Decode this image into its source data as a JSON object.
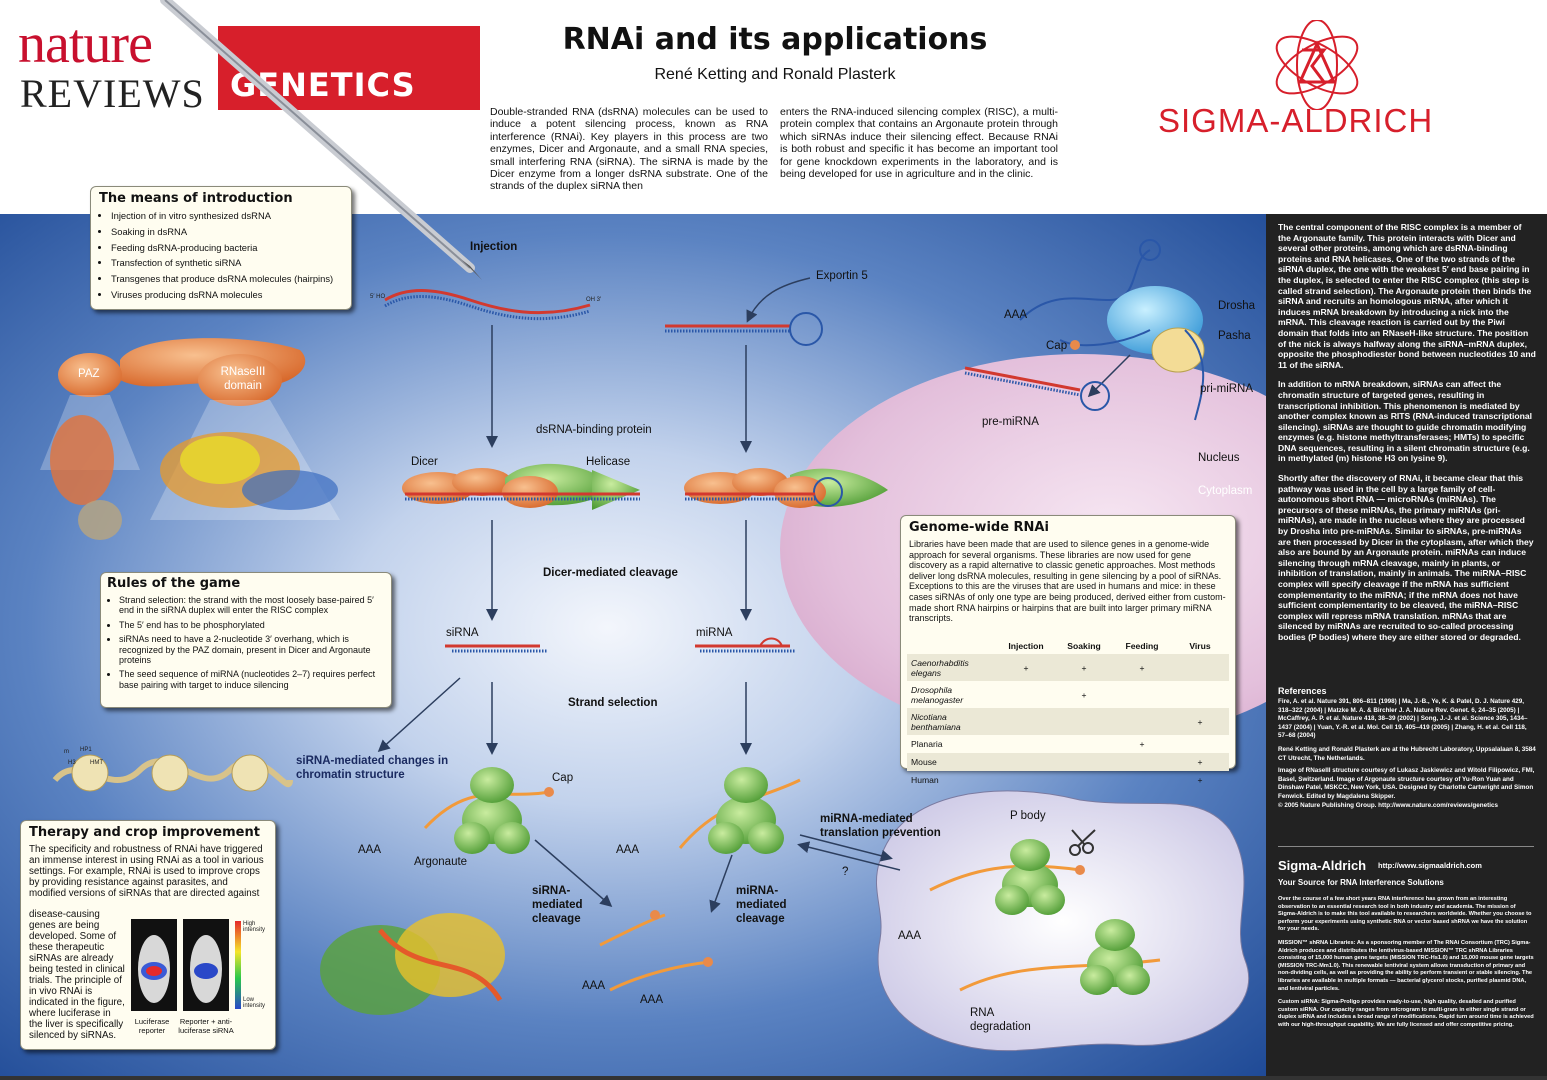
{
  "header": {
    "logo_nature": "nature",
    "logo_reviews": "REVIEWS",
    "logo_genetics": "GENETICS",
    "title": "RNAi and its applications",
    "authors": "René Ketting and Ronald Plasterk",
    "intro_col1": "Double-stranded RNA (dsRNA) molecules can be used to induce a potent silencing process, known as RNA interference (RNAi). Key players in this process are two enzymes, Dicer and Argonaute, and a small RNA species, small interfering RNA (siRNA). The siRNA is made by the Dicer enzyme from a longer dsRNA substrate. One of the strands of the duplex siRNA then",
    "intro_col2": "enters the RNA-induced silencing complex (RISC), a multi-protein complex that contains an Argonaute protein through which siRNAs induce their silencing effect. Because RNAi is both robust and specific it has become an important tool for gene knockdown experiments in the laboratory, and is being developed for use in agriculture and in the clinic.",
    "sponsor": "SIGMA-ALDRICH"
  },
  "means": {
    "title": "The means of introduction",
    "items": [
      "Injection of in vitro synthesized dsRNA",
      "Soaking in dsRNA",
      "Feeding dsRNA-producing bacteria",
      "Transfection of synthetic siRNA",
      "Transgenes that produce dsRNA molecules (hairpins)",
      "Viruses producing dsRNA molecules"
    ]
  },
  "rules": {
    "title": "Rules of the game",
    "items": [
      "Strand selection: the strand with the most loosely base-paired 5′ end in the siRNA duplex will enter the RISC complex",
      "The 5′ end has to be phosphorylated",
      "siRNAs need to have a 2-nucleotide 3′ overhang, which is recognized by the PAZ domain, present in Dicer and Argonaute proteins",
      "The seed sequence of miRNA (nucleotides 2–7) requires perfect base pairing with target to induce silencing"
    ]
  },
  "therapy": {
    "title": "Therapy and crop improvement",
    "text1": "The specificity and robustness of RNAi have triggered an immense interest in using RNAi as a tool in various settings. For example, RNAi is used to improve crops by providing resistance against parasites, and modified versions of siRNAs that are directed against",
    "text2": "disease-causing genes are being developed. Some of these therapeutic siRNAs are already being tested in clinical trials. The principle of in vivo RNAi is indicated in the figure, where luciferase in the liver is specifically silenced by siRNAs.",
    "high": "High intensity",
    "low": "Low intensity",
    "mouse1": "Luciferase reporter",
    "mouse2": "Reporter + anti-luciferase siRNA"
  },
  "genome": {
    "title": "Genome-wide RNAi",
    "text": "Libraries have been made that are used to silence genes in a genome-wide approach for several organisms. These libraries are now used for gene discovery as a rapid alternative to classic genetic approaches. Most methods deliver long dsRNA molecules, resulting in gene silencing by a pool of siRNAs. Exceptions to this are the viruses that are used in humans and mice: in these cases siRNAs of only one type are being produced, derived either from custom-made short RNA hairpins or hairpins that are built into larger primary miRNA transcripts.",
    "columns": [
      "Injection",
      "Soaking",
      "Feeding",
      "Virus"
    ],
    "rows": [
      {
        "organism": "Caenorhabditis elegans",
        "cells": [
          "+",
          "+",
          "+",
          ""
        ]
      },
      {
        "organism": "Drosophila melanogaster",
        "cells": [
          "",
          "+",
          "",
          ""
        ]
      },
      {
        "organism": "Nicotiana benthamiana",
        "cells": [
          "",
          "",
          "",
          "+"
        ]
      },
      {
        "organism": "Planaria",
        "cells": [
          "",
          "",
          "+",
          ""
        ]
      },
      {
        "organism": "Mouse",
        "cells": [
          "",
          "",
          "",
          "+"
        ]
      },
      {
        "organism": "Human",
        "cells": [
          "",
          "",
          "",
          "+"
        ]
      }
    ]
  },
  "diagram_labels": {
    "injection": "Injection",
    "exportin": "Exportin 5",
    "drosha": "Drosha",
    "pasha": "Pasha",
    "cap": "Cap",
    "aaa": "AAA",
    "pri_mirna": "pri-miRNA",
    "pre_mirna": "pre-miRNA",
    "nucleus": "Nucleus",
    "cytoplasm": "Cytoplasm",
    "paz": "PAZ",
    "rnaseiii": "RNaseIII domain",
    "dsrna_binding": "dsRNA-binding protein",
    "dicer": "Dicer",
    "helicase": "Helicase",
    "dicer_cleavage": "Dicer-mediated cleavage",
    "sirna": "siRNA",
    "mirna": "miRNA",
    "strand_selection": "Strand selection",
    "chromatin": "siRNA-mediated changes in chromatin structure",
    "hp1": "HP1",
    "h3": "H3",
    "hmt": "HMT",
    "m": "m",
    "argonaute": "Argonaute",
    "translation_prevention": "miRNA-mediated translation prevention",
    "sirna_cleavage": "siRNA-mediated cleavage",
    "mirna_cleavage": "miRNA-mediated cleavage",
    "p_body": "P body",
    "rna_degradation": "RNA degradation",
    "question": "?",
    "five_prime": "5′ HO",
    "three_prime": "OH 3′"
  },
  "sidebar": {
    "para1": "The central component of the RISC complex is a member of the Argonaute family. This protein interacts with Dicer and several other proteins, among which are dsRNA-binding proteins and RNA helicases. One of the two strands of the siRNA duplex, the one with the weakest 5′ end base pairing in the duplex, is selected to enter the RISC complex (this step is called strand selection). The Argonaute protein then binds the siRNA and recruits an homologous mRNA, after which it induces mRNA breakdown by introducing a nick into the mRNA. This cleavage reaction is carried out by the Piwi domain that folds into an RNaseH-like structure. The position of the nick is always halfway along the siRNA–mRNA duplex, opposite the phosphodiester bond between nucleotides 10 and 11 of the siRNA.",
    "para2": "In addition to mRNA breakdown, siRNAs can affect the chromatin structure of targeted genes, resulting in transcriptional inhibition. This phenomenon is mediated by another complex known as RITS (RNA-induced transcriptional silencing). siRNAs are thought to guide chromatin modifying enzymes (e.g. histone methyltransferases; HMTs) to specific DNA sequences, resulting in a silent chromatin structure (e.g. in methylated (m) histone H3 on lysine 9).",
    "para3": "Shortly after the discovery of RNAi, it became clear that this pathway was used in the cell by a large family of cell-autonomous short RNA — microRNAs (miRNAs). The precursors of these miRNAs, the primary miRNAs (pri-miRNAs), are made in the nucleus where they are processed by Drosha into pre-miRNAs. Similar to siRNAs, pre-miRNAs are then processed by Dicer in the cytoplasm, after which they also are bound by an Argonaute protein. miRNAs can induce silencing through mRNA cleavage, mainly in plants, or inhibition of translation, mainly in animals. The miRNA–RISC complex will specify cleavage if the mRNA has sufficient complementarity to the miRNA; if the mRNA does not have sufficient complementarity to be cleaved, the miRNA–RISC complex will repress mRNA translation. mRNAs that are silenced by miRNAs are recruited to so-called processing bodies (P bodies) where they are either stored or degraded.",
    "refs_title": "References",
    "refs": "Fire, A. et al. Nature 391, 806–811 (1998) | Ma, J.-B., Ye, K. & Patel, D. J. Nature 429, 318–322 (2004) | Matzke M. A. & Birchler J. A. Nature Rev. Genet. 6, 24–35 (2005) | McCaffrey, A. P. et al. Nature 418, 38–39 (2002) | Song, J.-J. et al. Science 305, 1434–1437 (2004) | Yuan, Y.-R. et al. Mol. Cell 19, 405–419 (2005) | Zhang, H. et al. Cell 118, 57–68 (2004)",
    "affil": "René Ketting and Ronald Plasterk are at the Hubrecht Laboratory, Uppsalalaan 8, 3584 CT Utrecht, The Netherlands.",
    "credits": "Image of RNaseIII structure courtesy of Lukasz Jaskiewicz and Witold Filipowicz, FMI, Basel, Switzerland. Image of Argonaute structure courtesy of Yu-Ron Yuan and Dinshaw Patel, MSKCC, New York, USA. Designed by Charlotte Cartwright and Simon Fenwick. Edited by Magdalena Skipper.",
    "copyright": "© 2005 Nature Publishing Group. http://www.nature.com/reviews/genetics",
    "sigma_title": "Sigma-Aldrich",
    "sigma_url": "http://www.sigmaaldrich.com",
    "sigma_sub": "Your Source for RNA Interference Solutions",
    "sigma_p1": "Over the course of a few short years RNA interference has grown from an interesting observation to an essential research tool in both industry and academia. The mission of Sigma-Aldrich is to make this tool available to researchers worldwide. Whether you choose to perform your experiments using synthetic RNA or vector based shRNA we have the solution for your needs.",
    "sigma_p2": "MISSION™ shRNA Libraries: As a sponsoring member of The RNAi Consortium (TRC) Sigma-Aldrich produces and distributes the lentivirus-based MISSION™ TRC shRNA Libraries consisting of 15,000 human gene targets (MISSION TRC-Hs1.0) and 15,000 mouse gene targets (MISSION TRC-Mm1.0). This renewable lentiviral system allows transduction of primary and non-dividing cells, as well as providing the ability to perform transient or stable silencing. The libraries are available in multiple formats — bacterial glycerol stocks, purified plasmid DNA, and lentiviral particles.",
    "sigma_p3": "Custom siRNA: Sigma-Proligo provides ready-to-use, high quality, desalted and purified custom siRNA. Our capacity ranges from microgram to multi-gram in either single strand or duplex siRNA and includes a broad range of modifications. Rapid turn around time is achieved with our high-throughput capability. We are fully licensed and offer competitive pricing."
  },
  "colors": {
    "brand_red": "#d71f2b",
    "panel_blue": "#1f4a96",
    "nucleus_pink": "#e3bfdb",
    "protein_orange": "#e98a4a",
    "protein_green": "#7fbf55",
    "rna_red": "#d2392f",
    "rna_blue": "#2a57a8"
  }
}
